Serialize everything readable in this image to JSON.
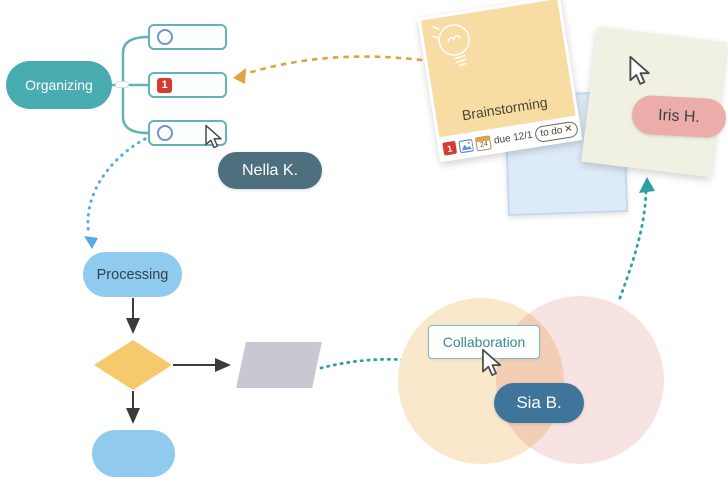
{
  "colors": {
    "teal": "#48ACB0",
    "tree-line": "#62B3B6",
    "circle-blue": "#7193CE",
    "badge-red": "#D63B2F",
    "slate": "#4D6F7E",
    "steel": "#3F759B",
    "pink-label": "#ECACAA",
    "note-tan": "#F7DCA4",
    "note-blue": "#DDEBF8",
    "note-cream": "#F0F1E3",
    "flow-blue": "#90CAEF",
    "diamond-orange": "#F6C96C",
    "gray-shape": "#C8C8D3",
    "venn-orange": "#F9E8CB",
    "venn-pink": "#F8E3E3",
    "dash-orange": "#E3A33C",
    "dash-blue": "#58A9E9",
    "dash-teal": "#2E9FA2",
    "collab-teal": "#38898F",
    "arrow-dark": "#3B3B3B"
  },
  "mindmap": {
    "root_label": "Organizing",
    "cards": [
      {
        "icon": "radio-circle"
      },
      {
        "icon": "priority-badge",
        "badge_text": "1"
      },
      {
        "icon": "radio-circle"
      }
    ]
  },
  "cursors": {
    "nella": {
      "label": "Nella K."
    },
    "iris": {
      "label": "Iris H."
    },
    "sia": {
      "label": "Sia B."
    }
  },
  "flowchart": {
    "start_label": "Processing"
  },
  "brainstorming_note": {
    "title": "Brainstorming",
    "badge_count": "1",
    "calendar_day": "24",
    "due_text": "due 12/1",
    "todo_text": "to do",
    "todo_close_glyph": "✕"
  },
  "venn": {
    "button_label": "Collaboration"
  }
}
